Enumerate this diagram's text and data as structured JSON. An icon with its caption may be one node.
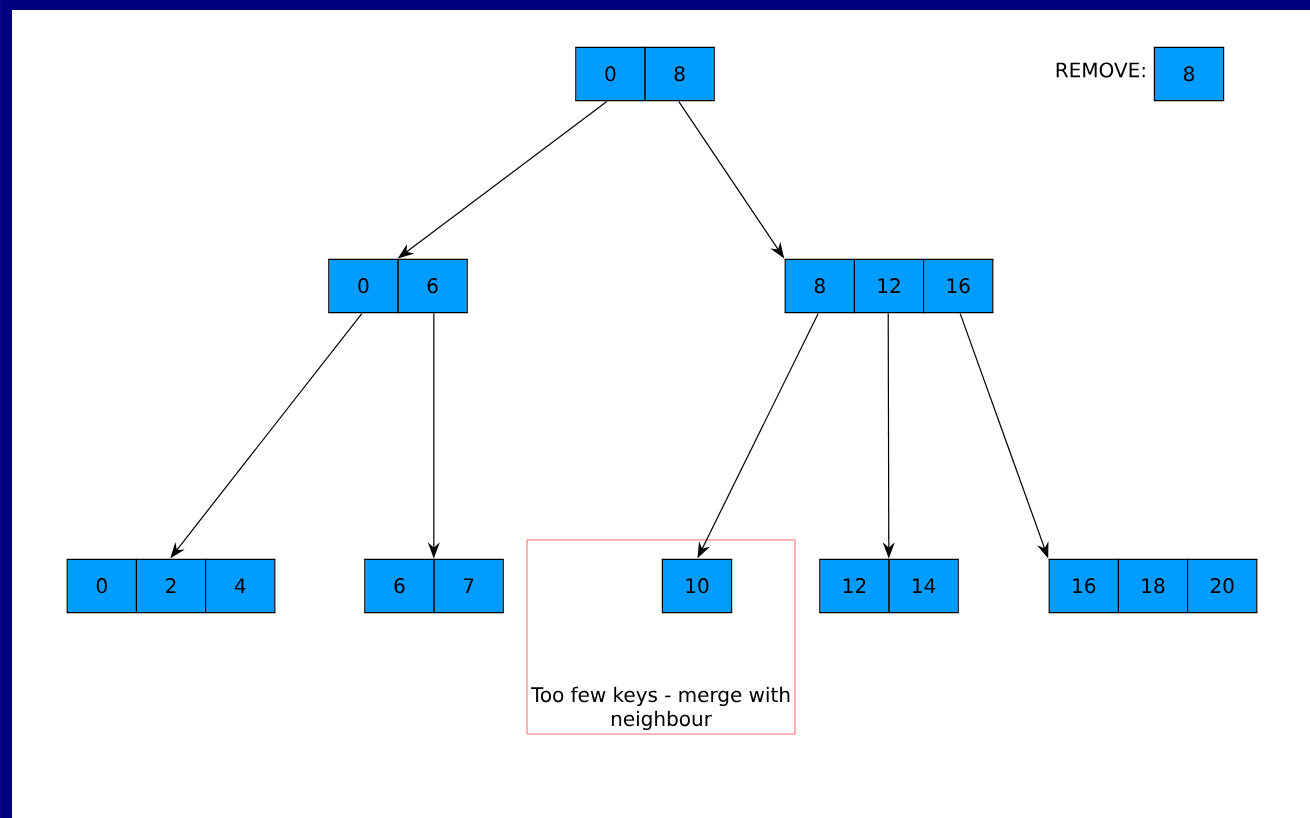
{
  "diagram": {
    "nodes": [
      {
        "text": [
          "0",
          "8"
        ]
      },
      {
        "text": [
          "8"
        ],
        "beside": [
          "REMOVE:"
        ]
      },
      {
        "text": [
          "0",
          "6"
        ]
      },
      {
        "text": [
          "8",
          "12",
          "16"
        ]
      },
      {
        "text": [
          "0",
          "2",
          "4"
        ]
      },
      {
        "text": [
          "6",
          "7"
        ]
      },
      {
        "text": [
          "Too few keys - merge with neighbour"
        ]
      },
      {
        "text": [
          "10"
        ],
        "in": 6
      },
      {
        "text": [
          "12",
          "14"
        ]
      },
      {
        "text": [
          "16",
          "18",
          "20"
        ]
      }
    ],
    "edges": [
      {
        "from": 0,
        "to": 2,
        "arrow": "to"
      },
      {
        "from": 0,
        "to": 3,
        "arrow": "to"
      },
      {
        "from": 2,
        "to": 4,
        "arrow": "to"
      },
      {
        "from": 2,
        "to": 5,
        "arrow": "to"
      },
      {
        "from": 3,
        "to": 7,
        "arrow": "to"
      },
      {
        "from": 3,
        "to": 8,
        "arrow": "to"
      },
      {
        "from": 3,
        "to": 9,
        "arrow": "to"
      }
    ]
  }
}
